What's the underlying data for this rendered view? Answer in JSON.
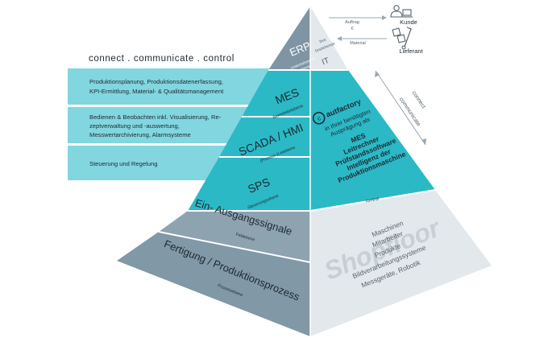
{
  "header": {
    "tagline": "connect . communicate . control"
  },
  "left_boxes": [
    {
      "lines": [
        "Produktionsplanung, Produktionsdatenerfassung,",
        "KPI-Ermittlung, Material- & Qualitätsmanagement"
      ]
    },
    {
      "lines": [
        "Bedienen & Beobachten inkl. Visualisierung, Re-",
        "zeptverwaltung und -auswertung,",
        "Messwertarchivierung, Alarmsysteme"
      ]
    },
    {
      "lines": [
        "Steuerung und Regelung"
      ]
    }
  ],
  "levels": {
    "erp": {
      "title": "ERP",
      "subtitle_lines": [
        "Unternehmens-",
        "ebene"
      ]
    },
    "mes": {
      "title": "MES",
      "subtitle": "Betriebsleitebene"
    },
    "scada": {
      "title": "SCADA / HMI",
      "subtitle": "(Prozess-)Leitebene"
    },
    "sps": {
      "title": "SPS",
      "subtitle": "Steuerungsebene"
    },
    "io": {
      "title": "Ein- Ausgangssignale",
      "subtitle": "Feldebene"
    },
    "fert": {
      "title": "Fertigung / Produktionsprozess",
      "subtitle": "Prozessebene"
    }
  },
  "right_top": {
    "small_lines": [
      "Ihre",
      "bestehende"
    ],
    "title": "IT"
  },
  "autfactory": {
    "logo_text": "autfactory",
    "subtitle_lines": [
      "in Ihrer benötigten",
      "Ausprägung als"
    ],
    "bold_lines": [
      "MES",
      "Leitrechner",
      "Prüfstandssoftware",
      "Intelligenz der",
      "Produktionsmaschine"
    ],
    "control_label": "control"
  },
  "shopfloor": {
    "watermark": "Shopfloor",
    "items": [
      "Maschinen",
      "Mitarbeiter",
      "Produkte",
      "Bildverarbeitungssysteme",
      "Messgeräte, Robotik"
    ]
  },
  "side_arrows": {
    "connect": "connect",
    "communicate": "communicate"
  },
  "flows": {
    "auftrag": "Auftrag",
    "euro": "€",
    "material": "Material",
    "kunde": "Kunde",
    "lieferant": "Lieferant"
  },
  "colors": {
    "teal": "#2bb9c6",
    "teal_light": "#82d6df",
    "slate_top": "#7f95a3",
    "slate_mid": "#8ea3b0",
    "slate_dark": "#8198a6",
    "right_light": "#e3e8ec",
    "right_lighter": "#eef1f3"
  }
}
